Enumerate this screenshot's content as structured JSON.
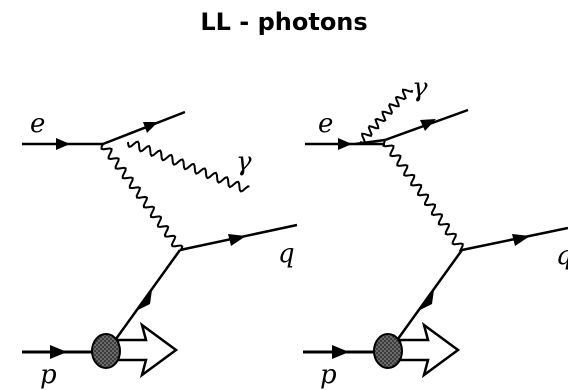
{
  "title": "LL - photons",
  "diagrams": [
    {
      "id": "left",
      "electron_label": "e",
      "photon_label": "γ",
      "quark_label": "q",
      "proton_label": "p"
    },
    {
      "id": "right",
      "electron_label": "e",
      "photon_label": "γ",
      "quark_label": "q",
      "proton_label": "p"
    }
  ],
  "colors": {
    "line": "#000000",
    "blob": "#4a4a4a",
    "background": "#ffffff"
  }
}
